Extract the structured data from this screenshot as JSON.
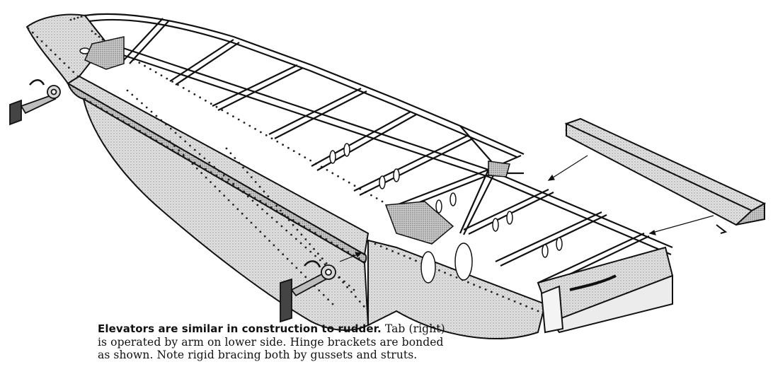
{
  "caption": {
    "lead": "Elevators are similar in construction to rudder.",
    "line1_rest": " Tab (right)",
    "line2": "is operated by arm on lower side. Hinge brackets are bonded",
    "line3": "as shown. Note rigid bracing both by gussets and struts."
  },
  "colors": {
    "skin": "#d8d8d8",
    "skin_dark": "#bdbdbd",
    "outline": "#111111",
    "rivet": "#222222",
    "background": "#ffffff"
  }
}
